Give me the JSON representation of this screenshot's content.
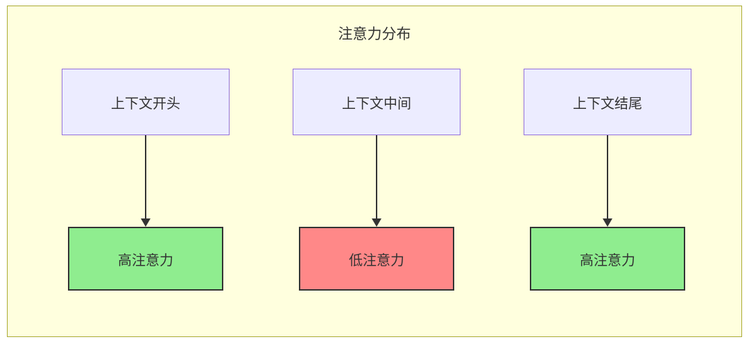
{
  "diagram": {
    "title": "注意力分布",
    "columns": [
      {
        "source": {
          "label": "上下文开头"
        },
        "target": {
          "label": "高注意力",
          "level": "high"
        }
      },
      {
        "source": {
          "label": "上下文中间"
        },
        "target": {
          "label": "低注意力",
          "level": "low"
        }
      },
      {
        "source": {
          "label": "上下文结尾"
        },
        "target": {
          "label": "高注意力",
          "level": "high"
        }
      }
    ],
    "edges": [
      {
        "from": "上下文开头",
        "to": "高注意力"
      },
      {
        "from": "上下文中间",
        "to": "低注意力"
      },
      {
        "from": "上下文结尾",
        "to": "高注意力"
      }
    ],
    "colors": {
      "canvas_bg": "#ffffde",
      "canvas_border": "#aaaa33",
      "source_bg": "#ECECFF",
      "source_border": "#9370DB",
      "high_attention_bg": "#8FED8F",
      "low_attention_bg": "#FF8888",
      "target_border": "#333333",
      "arrow": "#333333",
      "text": "#333333"
    }
  }
}
